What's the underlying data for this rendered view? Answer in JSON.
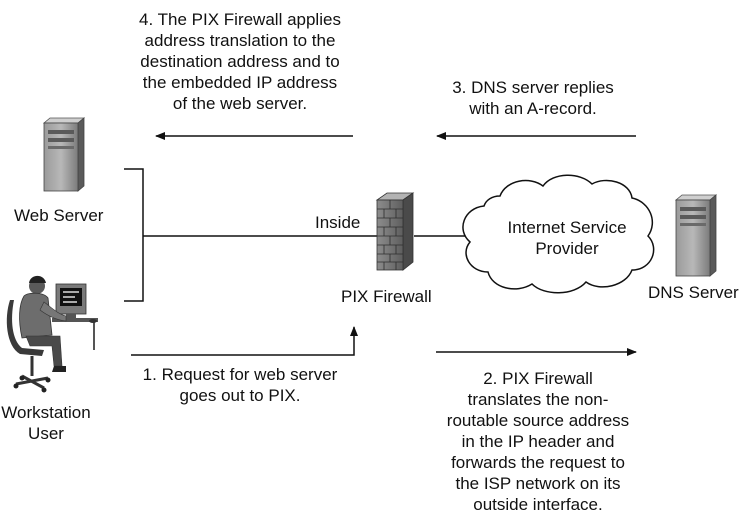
{
  "step4": {
    "lines": [
      "4. The PIX Firewall applies",
      "address translation to the",
      "destination address and to",
      "the embedded IP address",
      "of the web server."
    ]
  },
  "step3": {
    "lines": [
      "3. DNS server replies",
      "with an A-record."
    ]
  },
  "step1": {
    "lines": [
      "1. Request for web server",
      "goes out to PIX."
    ]
  },
  "step2": {
    "lines": [
      "2. PIX Firewall",
      "translates the non-",
      "routable source address",
      "in the IP header and",
      "forwards the request to",
      "the ISP network on its",
      "outside interface."
    ]
  },
  "labels": {
    "web_server": "Web Server",
    "inside": "Inside",
    "pix_firewall": "PIX Firewall",
    "dns_server": "DNS Server",
    "workstation_line1": "Workstation",
    "workstation_line2": "User",
    "isp_line1": "Internet Service",
    "isp_line2": "Provider"
  }
}
